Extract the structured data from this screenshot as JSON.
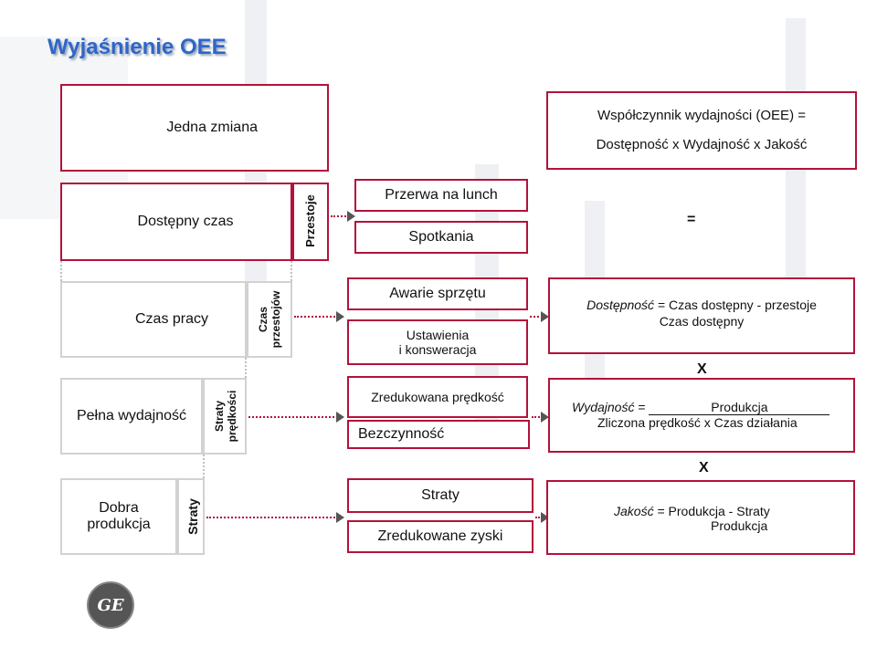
{
  "title": "Wyjaśnienie OEE",
  "left": {
    "jedna_zmiana": "Jedna zmiana",
    "dostepny_czas": "Dostępny czas",
    "przestoje": "Przestoje",
    "czas_pracy": "Czas pracy",
    "czas_przestojow_1": "Czas",
    "czas_przestojow_2": "przestojów",
    "pelna_wydajnosc": "Pełna wydajność",
    "straty_predkosci_1": "Straty",
    "straty_predkosci_2": "prędkości",
    "dobra_produkcja_1": "Dobra",
    "dobra_produkcja_2": "produkcja",
    "straty": "Straty"
  },
  "middle": {
    "przerwa": "Przerwa na lunch",
    "spotkania": "Spotkania",
    "awarie": "Awarie sprzętu",
    "ustawienia_1": "Ustawienia",
    "ustawienia_2": "i konsweracja",
    "zredukowana": "Zredukowana prędkość",
    "bezczynnosc": "Bezczynność",
    "straty": "Straty",
    "zredukowane_zyski": "Zredukowane zyski"
  },
  "right": {
    "oee_line1": "Współczynnik wydajności (OEE) =",
    "oee_line2": "Dostępność x Wydajność x Jakość",
    "equals": "=",
    "dostepnosc_label": "Dostępność",
    "dostepnosc_eq": " = Czas dostępny - przestoje",
    "dostepnosc_den": "Czas dostępny",
    "x1": "X",
    "wydajnosc_label": "Wydajność",
    "wydajnosc_eq": " = ",
    "wydajnosc_num": "Produkcja",
    "wydajnosc_den": "Zliczona prędkość x Czas działania",
    "x2": "X",
    "jakosc_label": "Jakość",
    "jakosc_eq": " = Produkcja - Straty",
    "jakosc_den": "Produkcja"
  },
  "logo": "GE"
}
